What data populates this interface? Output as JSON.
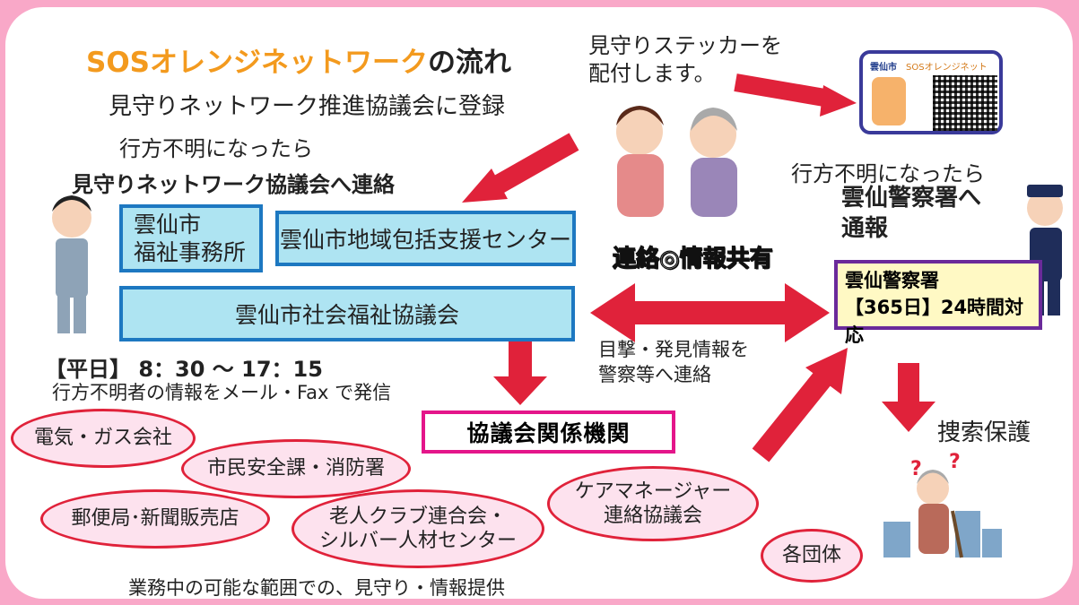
{
  "title": {
    "orange": "SOSオレンジネットワーク",
    "black": "の流れ"
  },
  "register_text": "見守りネットワーク推進協議会に登録",
  "missing_1": "行方不明になったら",
  "contact_council": "見守りネットワーク協議会へ連絡",
  "sticker_text": [
    "見守りステッカーを",
    "配付します。"
  ],
  "sticker_card": {
    "city": "雲仙市",
    "label": "SOSオレンジネット"
  },
  "missing_2": "行方不明になったら",
  "police_notify": [
    "雲仙警察署へ",
    "通報"
  ],
  "boxes": {
    "welfare_office": [
      "雲仙市",
      "福祉事務所"
    ],
    "support_center": "雲仙市地域包括支援センター",
    "social_council": "雲仙市社会福祉協議会"
  },
  "info_share": "連絡◎情報共有",
  "police_box": [
    "雲仙警察署",
    "【365日】24時間対応"
  ],
  "hours": "【平日】 8：30 〜 17：15",
  "mail_fax": "行方不明者の情報をメール・Fax で発信",
  "sighting": [
    "目撃・発見情報を",
    "警察等へ連絡"
  ],
  "related_orgs": "協議会関係機関",
  "search_protect": "捜索保護",
  "orgs": [
    "電気・ガス会社",
    "市民安全課・消防署",
    "郵便局･新聞販売店",
    "老人クラブ連合会・シルバー人材センター",
    "ケアマネージャー連絡協議会",
    "各団体"
  ],
  "orgs_lines": {
    "o4": [
      "老人クラブ連合会・",
      "シルバー人材センター"
    ],
    "o5": [
      "ケアマネージャー",
      "連絡協議会"
    ]
  },
  "footer": "業務中の可能な範囲での、見守り・情報提供",
  "colors": {
    "border_pink": "#f9a8c8",
    "orange": "#f39a1e",
    "arrow_red": "#e0223a",
    "box_blue": "#1d78c1",
    "box_fill": "#aee4f2",
    "pink_box": "#e4158a",
    "police_purple": "#6a2a9a"
  }
}
